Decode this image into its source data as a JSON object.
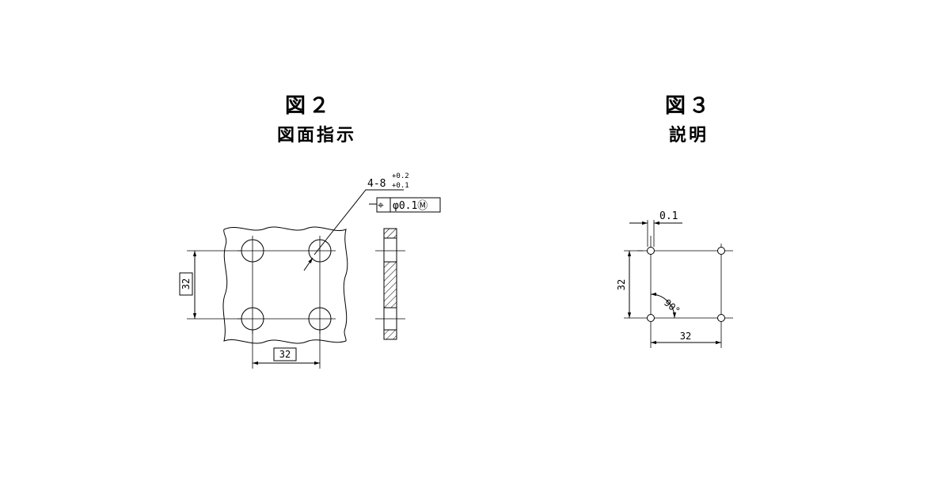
{
  "figure2": {
    "title": "図２",
    "subtitle": "図面指示",
    "hole_callout": "4-8",
    "tol_upper": "+0.2",
    "tol_lower": "+0.1",
    "fcf_symbol": "⌖",
    "fcf_value": "φ0.1Ⓜ",
    "dim_vertical": "32",
    "dim_horizontal": "32"
  },
  "figure3": {
    "title": "図３",
    "subtitle": "説明",
    "dim_tolerance_zone": "0.1",
    "dim_vertical": "32",
    "dim_horizontal": "32",
    "angle": "90°"
  }
}
